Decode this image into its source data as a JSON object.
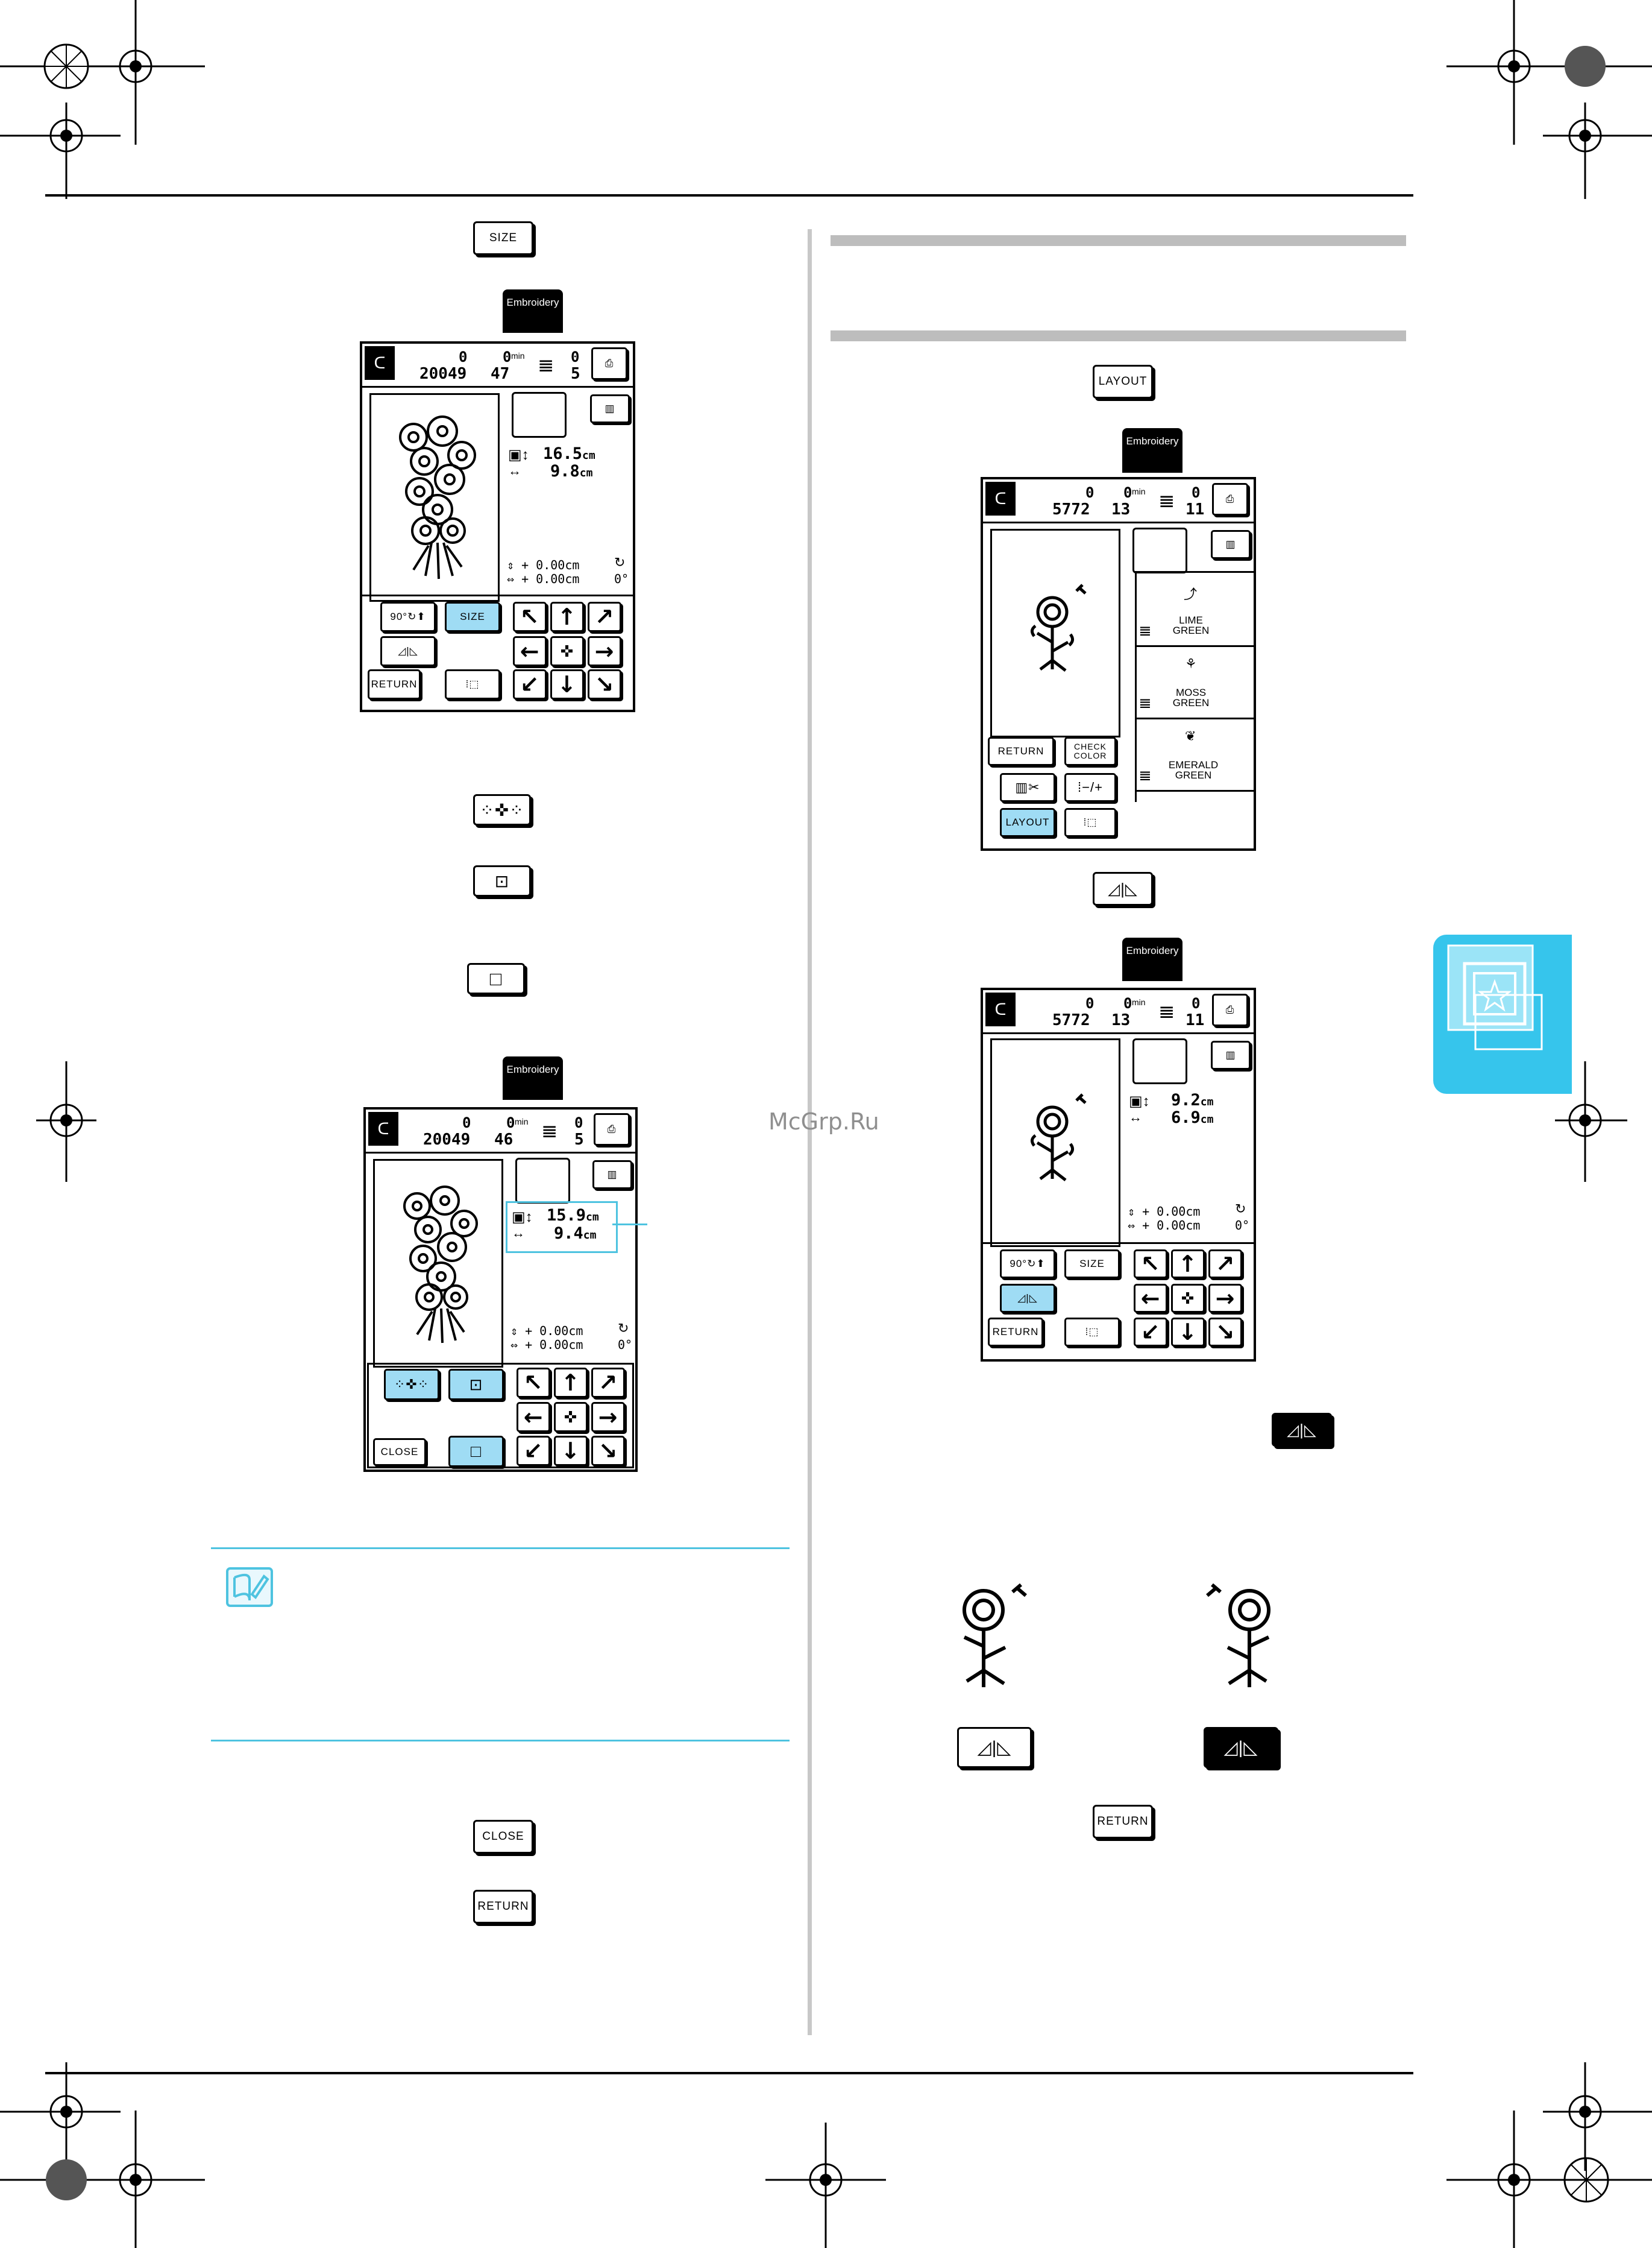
{
  "header_buttons": {
    "size": "SIZE",
    "layout": "LAYOUT",
    "close": "CLOSE",
    "return_left": "RETURN",
    "return_right": "RETURN"
  },
  "screens": {
    "tab_label": "Embroidery",
    "size_screen": {
      "stitch_count": "0",
      "total_stitches": "20049",
      "time_min": "0",
      "total_time": "47",
      "unit_min": "min",
      "color_now": "0",
      "color_total": "5",
      "height": "16.5",
      "width": "9.8",
      "unit_cm": "cm",
      "offset_v": "+ 0.00",
      "offset_h": "+ 0.00",
      "angle": "0°",
      "rotate_label": "90°",
      "size_button": "SIZE",
      "return_button": "RETURN"
    },
    "resize_screen": {
      "stitch_count": "0",
      "total_stitches": "20049",
      "time_min": "0",
      "total_time": "46",
      "unit_min": "min",
      "color_now": "0",
      "color_total": "5",
      "height": "15.9",
      "width": "9.4",
      "unit_cm": "cm",
      "offset_v": "+ 0.00",
      "offset_h": "+ 0.00",
      "angle": "0°",
      "close_button": "CLOSE"
    },
    "layout_screen": {
      "stitch_count": "0",
      "total_stitches": "5772",
      "time_min": "0",
      "total_time": "13",
      "unit_min": "min",
      "color_now": "0",
      "color_total": "11",
      "threads": [
        "LIME GREEN",
        "MOSS GREEN",
        "EMERALD GREEN"
      ],
      "return_button": "RETURN",
      "check_color_button": "CHECK COLOR",
      "layout_button": "LAYOUT"
    },
    "mirror_screen": {
      "stitch_count": "0",
      "total_stitches": "5772",
      "time_min": "0",
      "total_time": "13",
      "unit_min": "min",
      "color_now": "0",
      "color_total": "11",
      "height": "9.2",
      "width": "6.9",
      "unit_cm": "cm",
      "offset_v": "+ 0.00",
      "offset_h": "+ 0.00",
      "angle": "0°",
      "rotate_label": "90°",
      "size_button": "SIZE",
      "return_button": "RETURN"
    }
  },
  "watermark": "McGrp.Ru",
  "colors": {
    "highlight_blue": "#9fdcf4",
    "cyan_accent": "#4ec3e0",
    "side_tab": "#36c5ec"
  }
}
